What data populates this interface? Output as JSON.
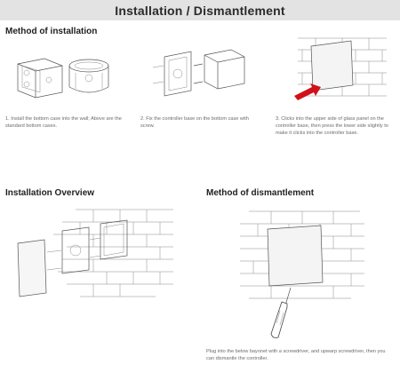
{
  "header": {
    "title": "Installation / Dismantlement"
  },
  "sections": {
    "install_method": {
      "title": "Method of installation",
      "steps": [
        {
          "caption": "1. Install the bottom case into the wall; Above are the standard bottom cases."
        },
        {
          "caption": "2. Fix the controller base on the bottom case with screw."
        },
        {
          "caption": "3. Clicks into the upper side of glass panel on the controller base, then press the lower side slightly to make it clicks into the controller base."
        }
      ]
    },
    "overview": {
      "title": "Installation Overview"
    },
    "dismantle": {
      "title": "Method of dismantlement",
      "caption": "Plug into the below bayonet with a screwdriver, and upwarp screwdriver, then you can dismantle the controller."
    }
  },
  "colors": {
    "banner_bg": "#e3e3e3",
    "arrow": "#d0101a",
    "text": "#333333"
  },
  "icons": [
    "bottom-case-square-icon",
    "bottom-case-round-icon",
    "controller-base-icon",
    "wall-panel-icon",
    "screwdriver-icon"
  ]
}
